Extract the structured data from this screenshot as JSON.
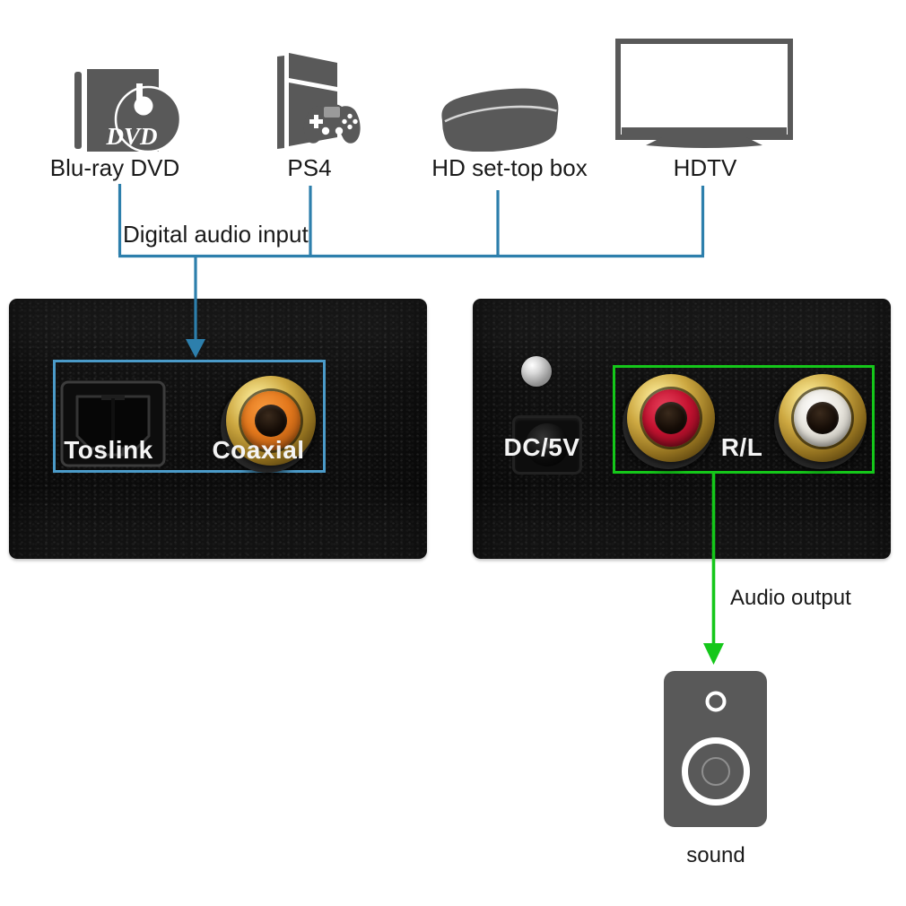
{
  "colors": {
    "input-accent": "#2d7fac",
    "input-box": "#4b9bc9",
    "output-accent": "#15c71a",
    "icon-gray": "#595959",
    "label-dark": "#1a1a1a",
    "port-label": "#f4f4f4",
    "coax-orange": "#e2771c",
    "rca-red": "#c41230",
    "rca-white": "#e9e6de",
    "gold": "#cda841"
  },
  "sources": [
    {
      "label": "Blu-ray DVD",
      "icon": "bluray-dvd-player-icon",
      "disc_text": "DVD"
    },
    {
      "label": "PS4",
      "icon": "ps4-console-icon"
    },
    {
      "label": "HD set-top box",
      "icon": "set-top-box-icon"
    },
    {
      "label": "HDTV",
      "icon": "hdtv-icon"
    }
  ],
  "captions": {
    "digital_audio_input": "Digital audio input",
    "audio_output": "Audio output",
    "sound": "sound"
  },
  "converter": {
    "input_panel": {
      "toslink_label": "Toslink",
      "coaxial_label": "Coaxial",
      "ports": [
        "toslink-optical-port",
        "coaxial-rca-jack"
      ]
    },
    "output_panel": {
      "power_label": "DC/5V",
      "rl_label": "R/L",
      "ports": [
        "led-indicator",
        "dc-power-jack",
        "rca-jack-red",
        "rca-jack-white"
      ]
    }
  },
  "sink": {
    "label": "sound",
    "icon": "speaker-icon"
  }
}
